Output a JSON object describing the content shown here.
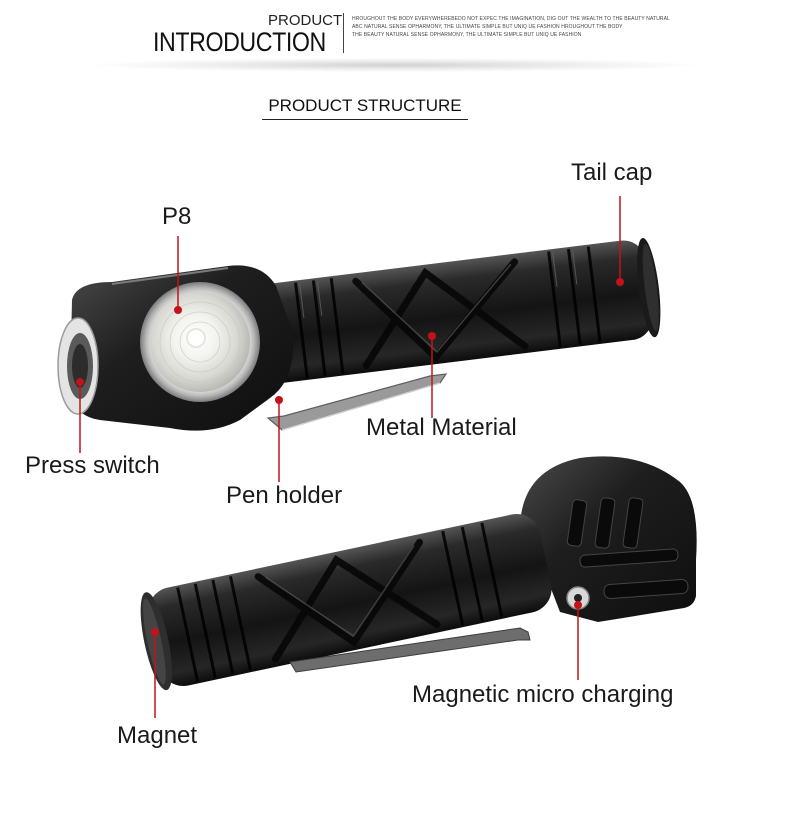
{
  "header": {
    "title_small": "PRODUCT",
    "title_large": "INTRODUCTION",
    "fine_print": [
      "HROUGHOUT THE BODY EVERYWHEREBEDO NOT EXPEC THE IMAGINATION, DIG OUT THE WEALTH TO THE BEAUTY NATURAL",
      "ABC NATURAL SENSE OPHARMONY, THE ULTIMATE SIMPLE BUT UNIQ UE FASHION HROUGHOUT THE BODY",
      "THE BEAUTY NATURAL SENSE OPHARMONY, THE ULTIMATE SIMPLE BUT UNIQ UE FASHION"
    ]
  },
  "section_title": "PRODUCT STRUCTURE",
  "labels": {
    "tail_cap": "Tail cap",
    "p8": "P8",
    "metal_material": "Metal Material",
    "press_switch": "Press switch",
    "pen_holder": "Pen holder",
    "magnetic_micro_charging": "Magnetic micro charging",
    "magnet": "Magnet"
  },
  "colors": {
    "callout_line": "#c4121a",
    "body_dark": "#1b1b1b",
    "body_mid": "#3a3a3a",
    "highlight": "#8a8a8a",
    "clip": "#9a9a9a"
  }
}
